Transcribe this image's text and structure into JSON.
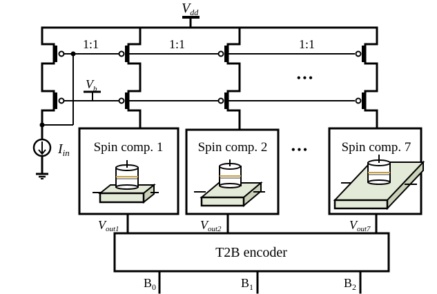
{
  "diagram": {
    "title": "Current-mode spin-based flash ADC with thermometer-to-binary encoder",
    "supply_label": {
      "main": "V",
      "sub": "dd"
    },
    "bias_label": {
      "main": "V",
      "sub": "b"
    },
    "input_label": {
      "main": "I",
      "sub": "in"
    },
    "mirror_ratios": [
      "1:1",
      "1:1",
      "1:1"
    ],
    "ellipsis": "•••",
    "comparators": [
      {
        "label": "Spin comp. 1",
        "output": {
          "main": "V",
          "sub": "out1"
        }
      },
      {
        "label": "Spin comp. 2",
        "output": {
          "main": "V",
          "sub": "out2"
        }
      },
      {
        "label": "Spin comp. 7",
        "output": {
          "main": "V",
          "sub": "out7"
        }
      }
    ],
    "encoder": {
      "label": "T2B encoder"
    },
    "outputs": [
      {
        "main": "B",
        "sub": "0"
      },
      {
        "main": "B",
        "sub": "1"
      },
      {
        "main": "B",
        "sub": "2"
      }
    ],
    "colors": {
      "wire": "#000000",
      "slab_fill": "#e4ead8",
      "slab_side": "#c9d1b9",
      "mtj_fill": "#ffffff",
      "mtj_barrier": "#c8a040"
    }
  }
}
